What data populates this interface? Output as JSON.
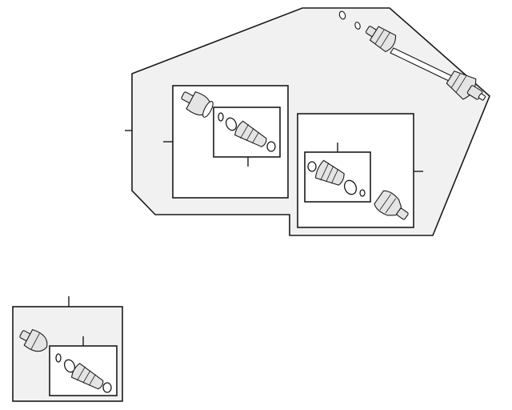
{
  "diagram": {
    "main_assembly": {
      "outline": "axle-shaft-assembly-panel",
      "parts": [
        "axle-shaft",
        "inner-joint",
        "outer-joint",
        "boot-kit",
        "clamp",
        "snap-ring",
        "washer",
        "nut"
      ]
    },
    "separate_assembly": {
      "outline": "outer-joint-kit-panel",
      "parts": [
        "outer-joint",
        "boot-kit",
        "clamp",
        "snap-ring"
      ]
    },
    "colors": {
      "line": "#1a1a1a",
      "panel": "#f1f1f1",
      "part": "#e4e4e4"
    }
  }
}
